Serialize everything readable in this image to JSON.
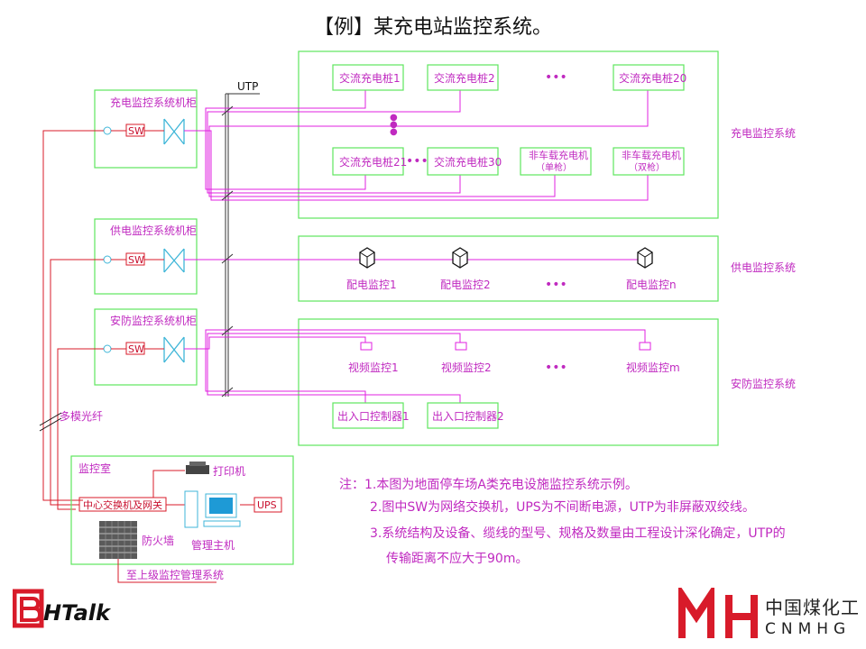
{
  "title": "【例】某充电站监控系统。",
  "utp_label": "UTP",
  "cabinets": {
    "charging": "充电监控系统机柜",
    "power": "供电监控系统机柜",
    "security": "安防监控系统机柜"
  },
  "sw_label": "SW",
  "systems": {
    "charging": "充电监控系统",
    "power": "供电监控系统",
    "security": "安防监控系统"
  },
  "charging_row1": [
    "交流充电桩1",
    "交流充电桩2",
    "交流充电桩20"
  ],
  "charging_row2": [
    "交流充电桩21",
    "交流充电桩30"
  ],
  "dc_chargers": {
    "single_line1": "非车载充电机",
    "single_line2": "（单枪）",
    "double_line1": "非车载充电机",
    "double_line2": "（双枪）"
  },
  "power_monitors": [
    "配电监控1",
    "配电监控2",
    "配电监控n"
  ],
  "video_monitors": [
    "视频监控1",
    "视频监控2",
    "视频监控m"
  ],
  "gate_controllers": [
    "出入口控制器1",
    "出入口控制器2"
  ],
  "fiber_label": "多模光纤",
  "control_room": {
    "title": "监控室",
    "printer": "打印机",
    "switch_gateway": "中心交换机及网关",
    "ups": "UPS",
    "firewall": "防火墙",
    "host": "管理主机",
    "upper_link": "至上级监控管理系统"
  },
  "ellipsis": "•••",
  "notes": [
    "注：1.本图为地面停车场A类充电设施监控系统示例。",
    "2.图中SW为网络交换机，UPS为不间断电源，UTP为非屏蔽双绞线。",
    "3.系统结构及设备、缆线的型号、规格及数量由工程设计深化确定，UTP的",
    "传输距离不应大于90m。"
  ],
  "logo_left_text": "HTalk",
  "logo_right_cn": "中国煤化工",
  "logo_right_en": "CNMHG",
  "colors": {
    "frame_green": "#5ee65e",
    "line_magenta": "#e020e0",
    "fiber_red": "#d81b2a",
    "device_cyan": "#3fb6d8"
  }
}
